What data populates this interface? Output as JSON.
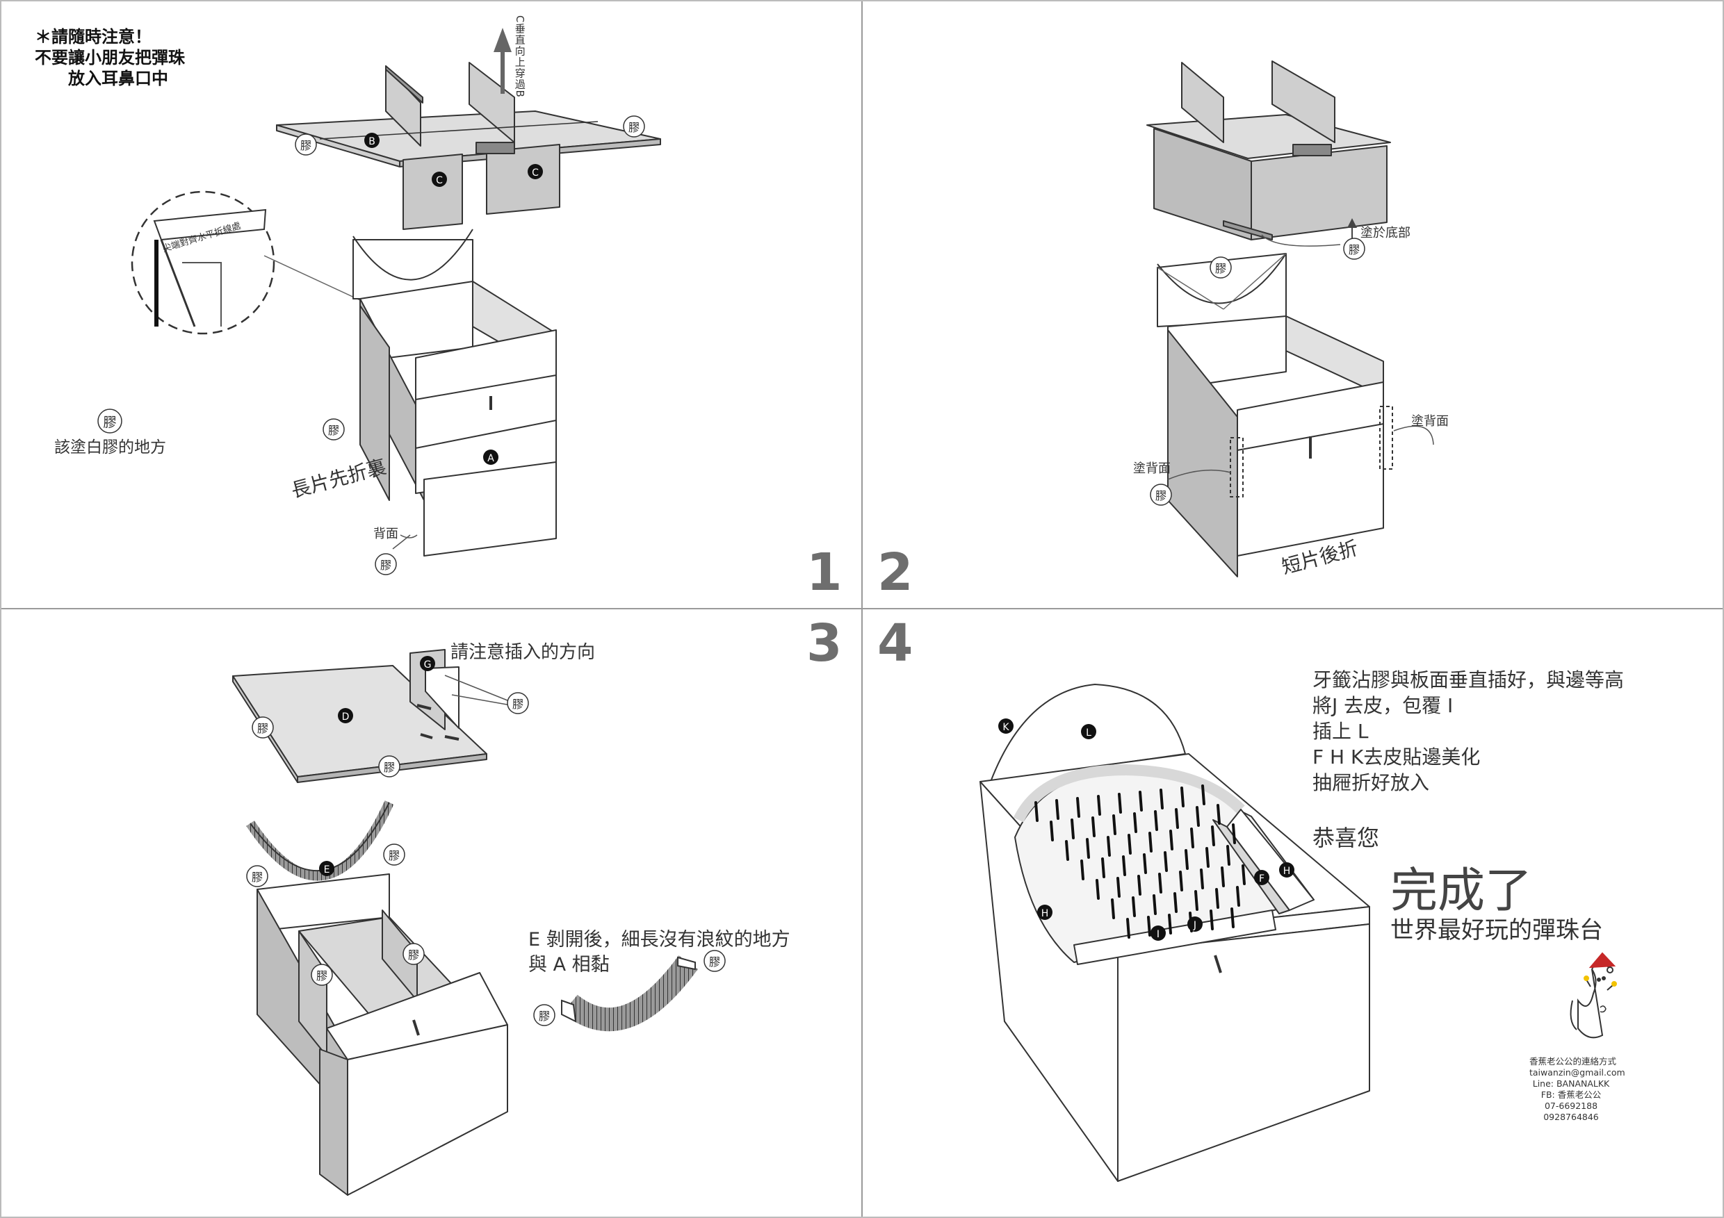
{
  "panels": {
    "step1": {
      "number": "1",
      "warning": [
        "＊請隨時注意！",
        "不要讓小朋友把彈珠",
        "放入耳鼻口中"
      ],
      "direction_note": "C垂直向上穿過B",
      "detail_note": "尖端對齊水平折線處",
      "legend_icon": "膠",
      "legend_text": "該塗白膠的地方",
      "fold_note": "長片先折裏",
      "back_note": "背面",
      "glue_marks": [
        "膠",
        "膠",
        "膠"
      ],
      "part_labels": [
        "B",
        "C",
        "C",
        "A"
      ]
    },
    "step2": {
      "number": "2",
      "bottom_note": "塗於底部",
      "back_note_right": "塗背面",
      "back_note_left": "塗背面",
      "fold_note": "短片後折",
      "glue_marks": [
        "膠",
        "膠",
        "膠"
      ]
    },
    "step3": {
      "number": "3",
      "insert_note": "請注意插入的方向",
      "peel_note": [
        "E 剝開後，細長沒有浪紋的地方",
        "與 A 相黏"
      ],
      "glue_marks": [
        "膠",
        "膠",
        "膠",
        "膠",
        "膠",
        "膠",
        "膠",
        "膠",
        "膠"
      ],
      "part_labels": [
        "G",
        "D",
        "E"
      ]
    },
    "step4": {
      "number": "4",
      "instructions": [
        "牙籤沾膠與板面垂直插好，與邊等高",
        "將J 去皮，包覆 I",
        "插上 L",
        "F H K去皮貼邊美化",
        "抽屜折好放入"
      ],
      "congrats": "恭喜您",
      "done": "完成了",
      "subtitle": "世界最好玩的彈珠台",
      "part_labels": [
        "K",
        "L",
        "H",
        "F",
        "H",
        "I",
        "J"
      ],
      "contact": [
        "香蕉老公公的連絡方式",
        "taiwanzin@gmail.com",
        "Line:  BANANALKK",
        "FB:  香蕉老公公",
        "07-6692188",
        "0928764846"
      ]
    }
  },
  "colors": {
    "line": "#333333",
    "panel": "#dcdcdc",
    "shade": "#a9a9a9",
    "divider": "#9a9a9a",
    "step_number": "#6e6e6e"
  }
}
